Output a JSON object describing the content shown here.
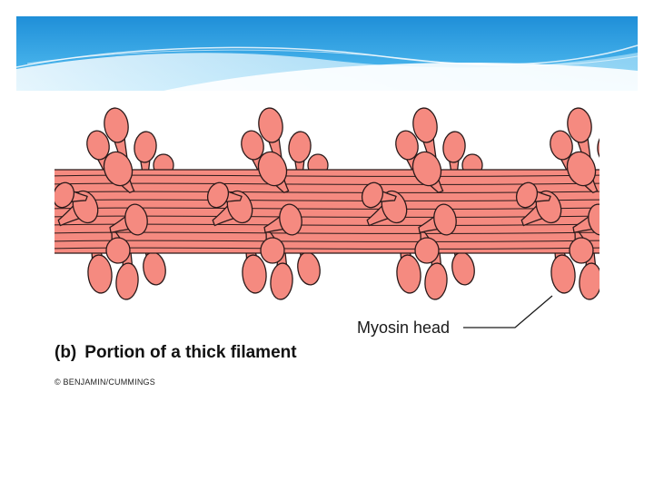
{
  "slide": {
    "caption_tag": "(b)",
    "caption_text": "Portion of a thick filament",
    "callout_label": "Myosin head",
    "copyright": "© BENJAMIN/CUMMINGS"
  },
  "colors": {
    "myosin_fill": "#f58a80",
    "outline": "#2a1a1a",
    "banner_light": "#bfe9fb",
    "banner_mid": "#4cb6ee",
    "banner_dark": "#1f8fd8"
  }
}
